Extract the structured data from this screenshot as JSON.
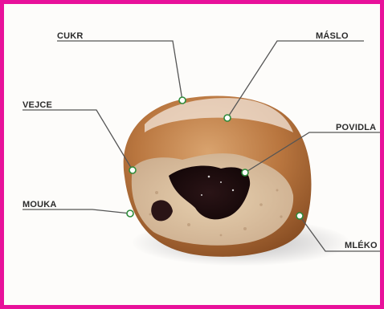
{
  "colors": {
    "frame_border": "#e8119a",
    "leader_line": "#555555",
    "marker_fill": "#ffffff",
    "marker_stroke": "#2e8b3a",
    "label_text": "#2b2b2b"
  },
  "ingredients": [
    {
      "key": "cukr",
      "label": "CUKR"
    },
    {
      "key": "maslo",
      "label": "MÁSLO"
    },
    {
      "key": "vejce",
      "label": "VEJCE"
    },
    {
      "key": "povidla",
      "label": "POVIDLA"
    },
    {
      "key": "mouka",
      "label": "MOUKA"
    },
    {
      "key": "mleko",
      "label": "MLÉKO"
    }
  ]
}
